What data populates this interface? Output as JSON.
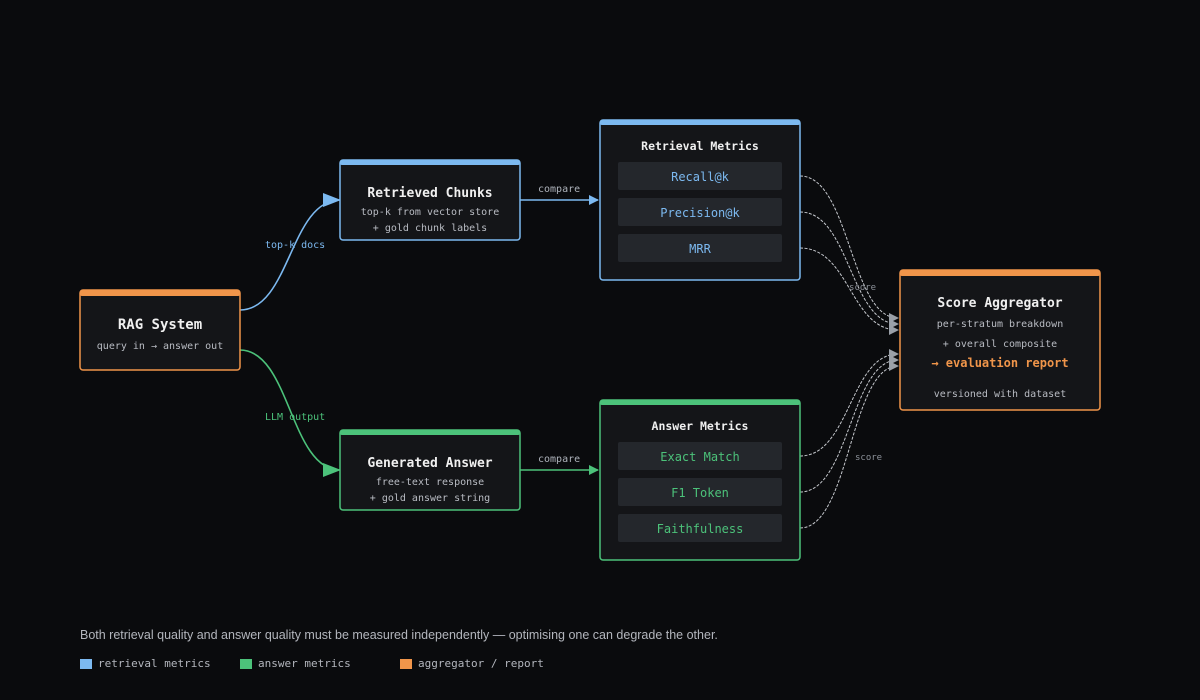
{
  "colors": {
    "retrieval": "#7cb9f0",
    "answer": "#4cc27a",
    "aggregator": "#f0954a",
    "neutral_edge": "#9aa0a8",
    "box_fill": "#141518",
    "pill_fill": "#24272c"
  },
  "nodes": {
    "rag": {
      "title": "RAG System",
      "sub1": "query in → answer out"
    },
    "chunks": {
      "title": "Retrieved Chunks",
      "sub1": "top-k from vector store",
      "sub2": "+ gold chunk labels"
    },
    "answer": {
      "title": "Generated Answer",
      "sub1": "free-text response",
      "sub2": "+ gold answer string"
    },
    "retrieval_metrics": {
      "title": "Retrieval Metrics",
      "items": [
        "Recall@k",
        "Precision@k",
        "MRR"
      ]
    },
    "answer_metrics": {
      "title": "Answer Metrics",
      "items": [
        "Exact Match",
        "F1 Token",
        "Faithfulness"
      ]
    },
    "aggregator": {
      "title": "Score Aggregator",
      "sub1": "per-stratum breakdown",
      "sub2": "+ overall composite",
      "highlight": "→ evaluation report",
      "sub3": "versioned with dataset"
    }
  },
  "edges": {
    "topk": "top-k docs",
    "llm": "LLM output",
    "compare_retrieval": "compare",
    "compare_answer": "compare",
    "score_top": "score",
    "score_bottom": "score"
  },
  "caption": "Both retrieval quality and answer quality must be measured independently — optimising one can degrade the other.",
  "legend": [
    {
      "label": "retrieval metrics",
      "color": "#7cb9f0"
    },
    {
      "label": "answer metrics",
      "color": "#4cc27a"
    },
    {
      "label": "aggregator / report",
      "color": "#f0954a"
    }
  ]
}
